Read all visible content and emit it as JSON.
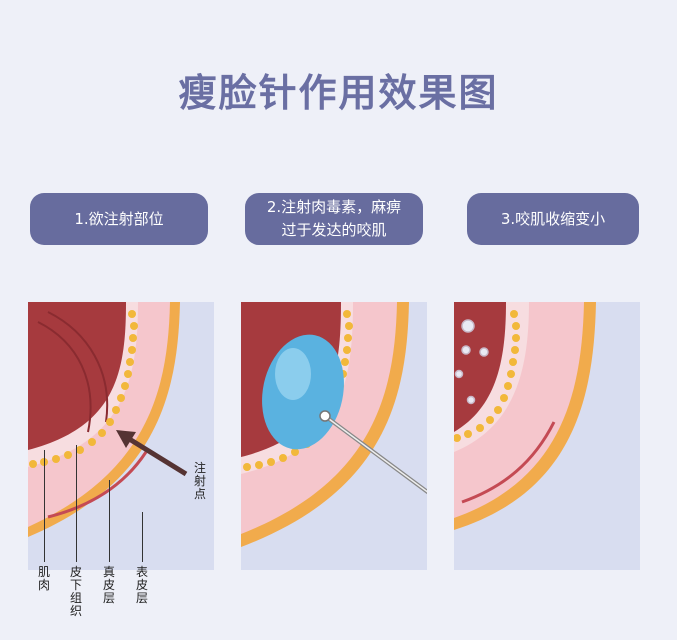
{
  "title": "瘦脸针作用效果图",
  "steps": [
    {
      "text": "1.欲注射部位"
    },
    {
      "text_line1": "2.注射肉毒素，麻痹",
      "text_line2": "过于发达的咬肌"
    },
    {
      "text": "3.咬肌收缩变小"
    }
  ],
  "labels": {
    "injection_point": [
      "注",
      "射",
      "点"
    ],
    "muscle": [
      "肌",
      "肉"
    ],
    "subcutaneous": [
      "皮",
      "下",
      "组",
      "织"
    ],
    "dermis": [
      "真",
      "皮",
      "层"
    ],
    "epidermis": [
      "表",
      "皮",
      "层"
    ]
  },
  "colors": {
    "title": "#6a6fa3",
    "step_bg": "#676c9e",
    "background": "#eef0f8",
    "panel_bg": "#d8ddf0",
    "muscle": "#a63a3e",
    "fat": "#f2b83a",
    "dermis": "#f5c6cc",
    "epidermis": "#f1ab4c",
    "botox": "#5ab2e0"
  }
}
